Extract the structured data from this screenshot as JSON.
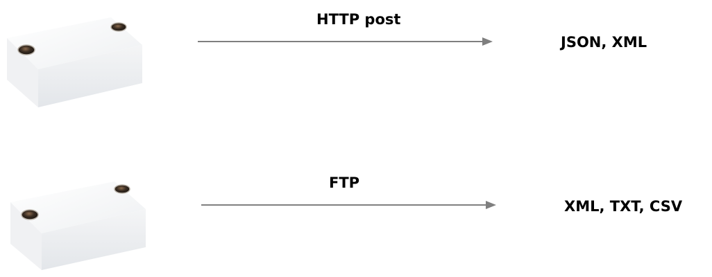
{
  "flows": [
    {
      "protocol": "HTTP post",
      "formats": "JSON, XML"
    },
    {
      "protocol": "FTP",
      "formats": "XML, TXT, CSV"
    }
  ],
  "icons": {
    "device": "sensor-device-icon",
    "arrow": "right-arrow-icon"
  },
  "colors": {
    "arrow": "#7f7f7f",
    "text": "#000000",
    "device_body": "#f7f7f7",
    "device_lens": "#3a2d22"
  }
}
